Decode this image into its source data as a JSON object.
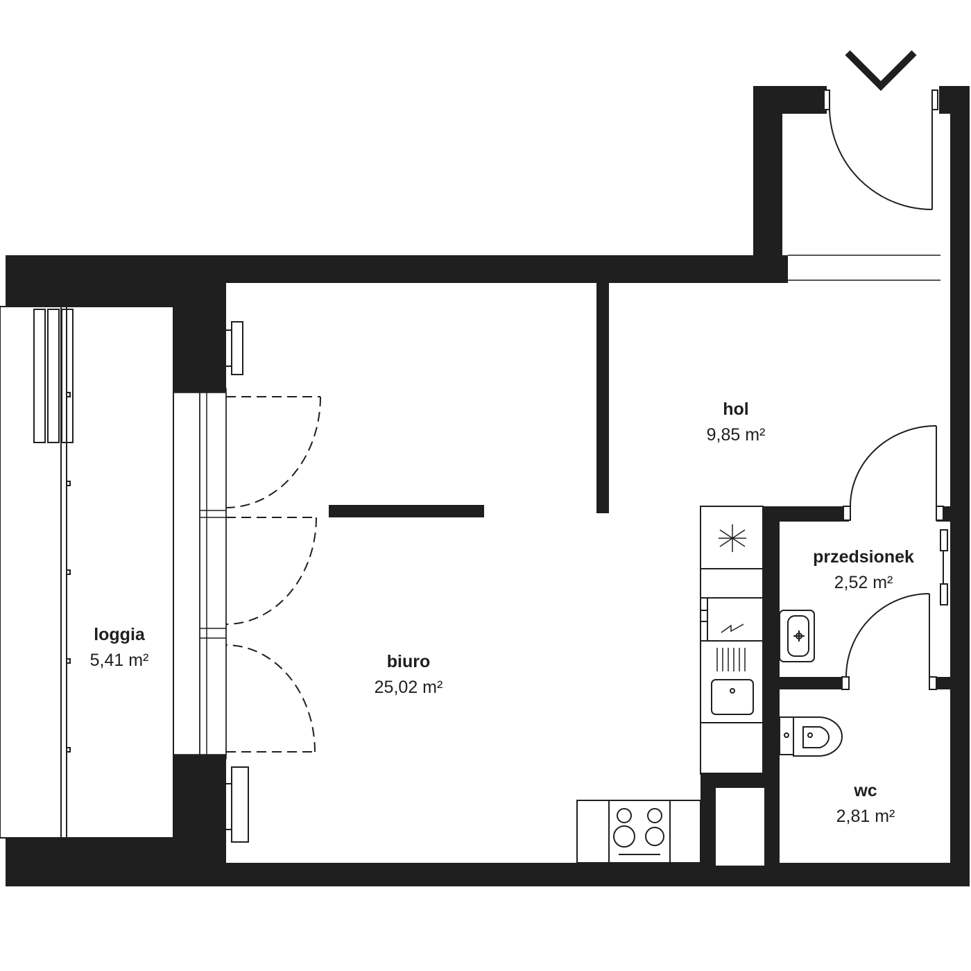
{
  "plan": {
    "colors": {
      "wall": "#1f1f1f",
      "line": "#1f1f1f",
      "background": "#ffffff"
    },
    "entrance_marker": "chevron-down-icon",
    "rooms": [
      {
        "id": "loggia",
        "name": "loggia",
        "area": "5,41 m²"
      },
      {
        "id": "biuro",
        "name": "biuro",
        "area": "25,02 m²"
      },
      {
        "id": "hol",
        "name": "hol",
        "area": "9,85 m²"
      },
      {
        "id": "przedsionek",
        "name": "przedsionek",
        "area": "2,52 m²"
      },
      {
        "id": "wc",
        "name": "wc",
        "area": "2,81 m²"
      }
    ]
  }
}
